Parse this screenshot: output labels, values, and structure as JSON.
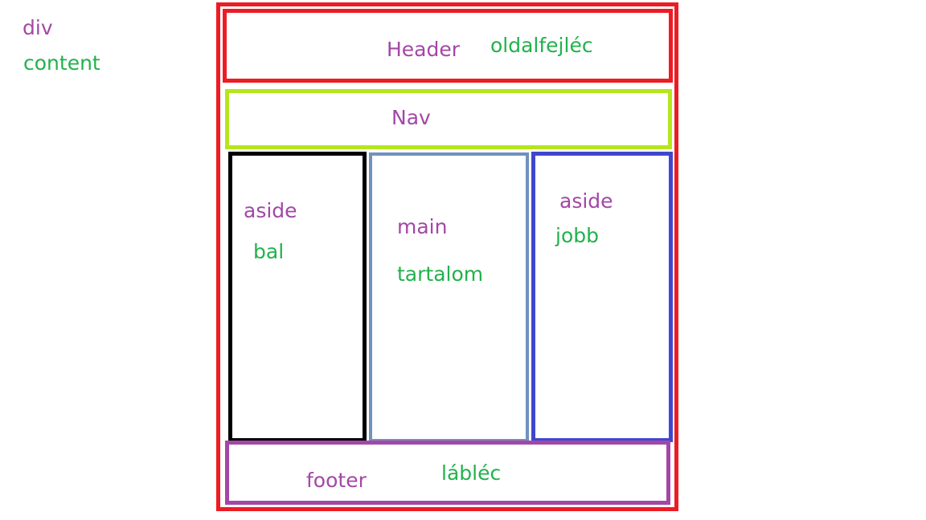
{
  "legend": {
    "tag_word": "div",
    "content_word": "content"
  },
  "header": {
    "tag": "Header",
    "content": "oldalfejléc"
  },
  "nav": {
    "tag": "Nav"
  },
  "aside_left": {
    "tag": "aside",
    "content": "bal"
  },
  "main": {
    "tag": "main",
    "content": "tartalom"
  },
  "aside_right": {
    "tag": "aside",
    "content": "jobb"
  },
  "footer": {
    "tag": "footer",
    "content": "lábléc"
  },
  "colors": {
    "tag_text": "#a347a7",
    "content_text": "#22b14c",
    "wrapper_border": "#ed1c24",
    "header_border": "#ed1c24",
    "nav_border": "#b5e61d",
    "aside_left_border": "#000000",
    "main_border": "#7092be",
    "aside_right_border": "#3f48cc",
    "footer_border": "#a347a7"
  }
}
